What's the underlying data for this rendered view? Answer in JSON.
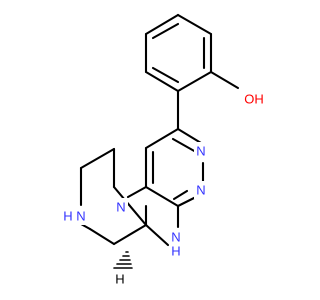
{
  "atoms": {
    "hydroxyl_oxygen": "OH",
    "pyridazine_n_upper": "N",
    "pyridazine_n_lower": "N",
    "ring_junction_n": "N",
    "amine_nh_lower": "H",
    "amine_n_lower": "N",
    "piperazine_nh": "N",
    "piperazine_nh_h": "H",
    "stereocenter_h": "H"
  },
  "colors": {
    "bond": "#000000",
    "nitrogen": "#3333ff",
    "oxygen": "#ff0000",
    "background": "#ffffff"
  }
}
